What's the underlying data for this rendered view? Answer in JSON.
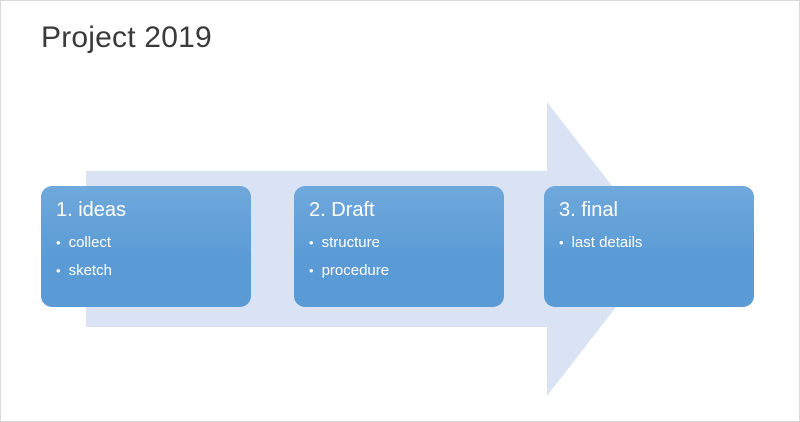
{
  "slide": {
    "title": "Project 2019"
  },
  "diagram": {
    "type": "process-arrow",
    "arrow_color": "#dae3f3",
    "box_color": "#5b9bd5",
    "box_gradient_top": "#6fa8dc",
    "text_color": "#ffffff",
    "bullet_icon": "•",
    "steps": [
      {
        "title": "1. ideas",
        "bullets": [
          "collect",
          "sketch"
        ]
      },
      {
        "title": "2. Draft",
        "bullets": [
          "structure",
          "procedure"
        ]
      },
      {
        "title": "3. final",
        "bullets": [
          "last details"
        ]
      }
    ]
  }
}
